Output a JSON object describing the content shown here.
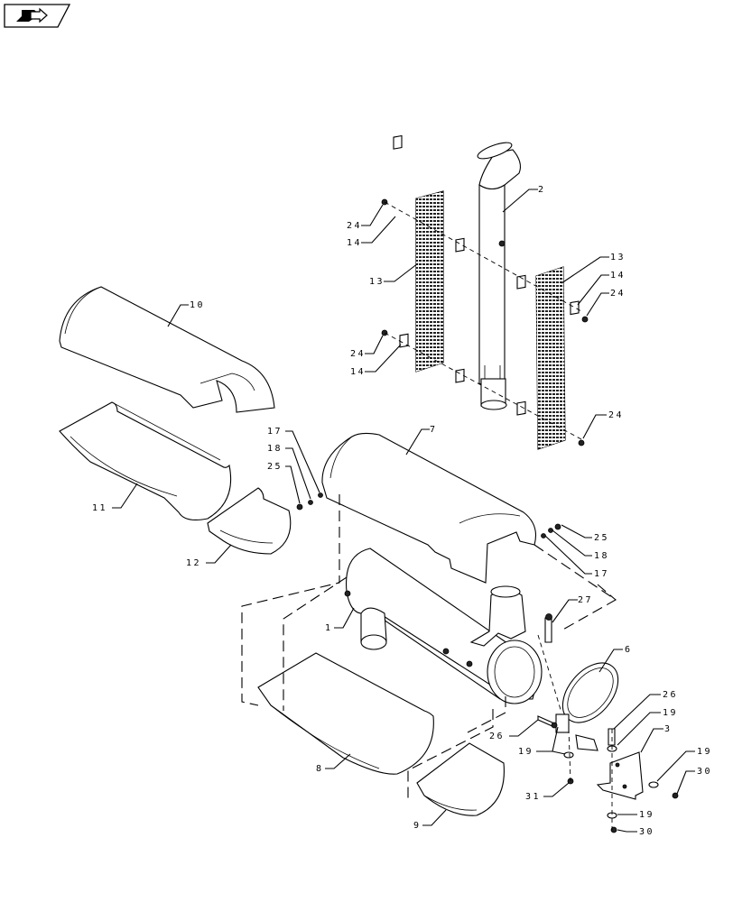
{
  "nav": {
    "icon": "book-arrow-icon"
  },
  "callouts": [
    {
      "id": "c2",
      "text": "2"
    },
    {
      "id": "c24a",
      "text": "24"
    },
    {
      "id": "c14a",
      "text": "14"
    },
    {
      "id": "c13a",
      "text": "13"
    },
    {
      "id": "c13b",
      "text": "13"
    },
    {
      "id": "c14b",
      "text": "14"
    },
    {
      "id": "c24b",
      "text": "24"
    },
    {
      "id": "c24c",
      "text": "24"
    },
    {
      "id": "c14c",
      "text": "14"
    },
    {
      "id": "c24d",
      "text": "24"
    },
    {
      "id": "c10",
      "text": "10"
    },
    {
      "id": "c17a",
      "text": "17"
    },
    {
      "id": "c18a",
      "text": "18"
    },
    {
      "id": "c25a",
      "text": "25"
    },
    {
      "id": "c11",
      "text": "11"
    },
    {
      "id": "c12",
      "text": "12"
    },
    {
      "id": "c7",
      "text": "7"
    },
    {
      "id": "c25b",
      "text": "25"
    },
    {
      "id": "c18b",
      "text": "18"
    },
    {
      "id": "c17b",
      "text": "17"
    },
    {
      "id": "c1",
      "text": "1"
    },
    {
      "id": "c27",
      "text": "27"
    },
    {
      "id": "c6",
      "text": "6"
    },
    {
      "id": "c26a",
      "text": "26"
    },
    {
      "id": "c26b",
      "text": "26"
    },
    {
      "id": "c19a",
      "text": "19"
    },
    {
      "id": "c3",
      "text": "3"
    },
    {
      "id": "c19b",
      "text": "19"
    },
    {
      "id": "c19c",
      "text": "19"
    },
    {
      "id": "c30a",
      "text": "30"
    },
    {
      "id": "c8",
      "text": "8"
    },
    {
      "id": "c31",
      "text": "31"
    },
    {
      "id": "c19d",
      "text": "19"
    },
    {
      "id": "c30b",
      "text": "30"
    },
    {
      "id": "c9",
      "text": "9"
    }
  ]
}
